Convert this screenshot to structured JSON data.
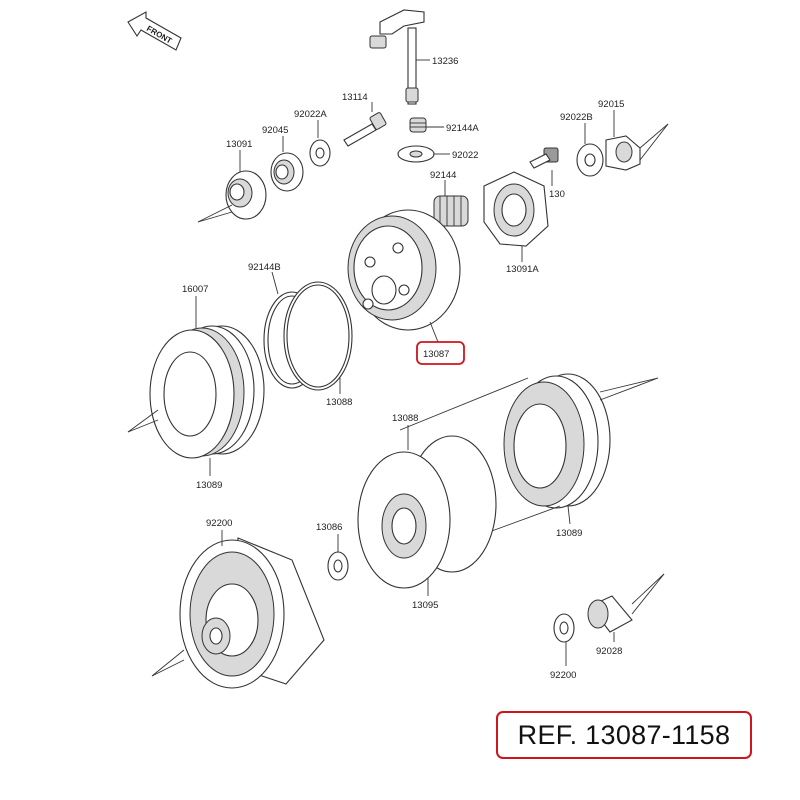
{
  "front_label": "FRONT",
  "highlight_color": "#d0141c",
  "reference": "REF. 13087-1158",
  "highlighted_part": "13087",
  "callouts": [
    {
      "id": "13236",
      "text": "13236"
    },
    {
      "id": "13114",
      "text": "13114"
    },
    {
      "id": "92022A",
      "text": "92022A"
    },
    {
      "id": "92045",
      "text": "92045"
    },
    {
      "id": "13091",
      "text": "13091"
    },
    {
      "id": "92144A",
      "text": "92144A"
    },
    {
      "id": "92022",
      "text": "92022"
    },
    {
      "id": "92022B",
      "text": "92022B"
    },
    {
      "id": "92015",
      "text": "92015"
    },
    {
      "id": "92144",
      "text": "92144"
    },
    {
      "id": "130",
      "text": "130"
    },
    {
      "id": "13091A",
      "text": "13091A"
    },
    {
      "id": "92144B",
      "text": "92144B"
    },
    {
      "id": "13088a",
      "text": "13088"
    },
    {
      "id": "16007",
      "text": "16007"
    },
    {
      "id": "13089a",
      "text": "13089"
    },
    {
      "id": "13088b",
      "text": "13088"
    },
    {
      "id": "13089b",
      "text": "13089"
    },
    {
      "id": "13095",
      "text": "13095"
    },
    {
      "id": "92200a",
      "text": "92200"
    },
    {
      "id": "13086",
      "text": "13086"
    },
    {
      "id": "92200b",
      "text": "92200"
    },
    {
      "id": "92028",
      "text": "92028"
    }
  ]
}
